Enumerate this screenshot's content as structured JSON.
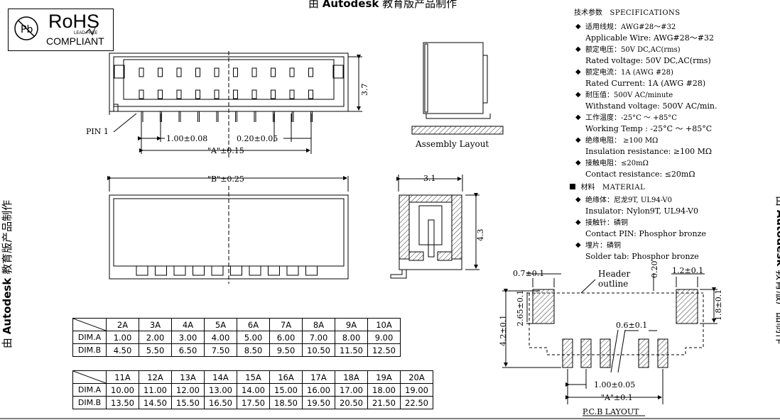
{
  "watermark": {
    "top": "由 Autodesk 教育版产品制作",
    "left": "由 Autodesk 教育版产品制作",
    "right": "由 Autodesk 教育版产品制作",
    "prefix": "由",
    "brand": "Autodesk",
    "suffix": "教育版产品制作"
  },
  "rohs": {
    "title": "RoHS",
    "sub": "LEAD FREE",
    "compliant": "COMPLIANT",
    "mark": "Pb"
  },
  "drawing": {
    "pin1": "PIN 1",
    "pitch": "1.00±0.08",
    "pin_width": "0.20±0.05",
    "dim_a": "\"A\"±0.15",
    "height_37": "3.7",
    "dim_b": "\"B\"±0.25",
    "width_31": "3.1",
    "height_43": "4.3",
    "assembly": "Assembly Layout"
  },
  "pcb": {
    "w07": "0.7±0.1",
    "header": "Header",
    "outline": "outline",
    "v020": "0.20",
    "w12": "1.2±0.1",
    "h42": "4.2±0.1",
    "h265": "2.65±0.1",
    "h18": "1.8±0.1",
    "w06": "0.6±0.1",
    "pitch": "1.00±0.05",
    "dim_a": "\"A\"±0.1",
    "title": "P.C.B  LAYOUT"
  },
  "spec": {
    "title_cn": "技术参数",
    "title_en": "SPECIFICATIONS",
    "items": [
      {
        "cn": "适用线规：AWG#28～#32",
        "en": "Applicable Wire: AWG#28～#32"
      },
      {
        "cn": "额定电压：50V DC,AC(rms)",
        "en": "Rated voltage: 50V DC,AC(rms)"
      },
      {
        "cn": "额定电流：1A (AWG #28)",
        "en": "Rated Current: 1A (AWG #28)"
      },
      {
        "cn": "耐压值：500V AC/minute",
        "en": "Withstand voltage: 500V AC/min."
      },
      {
        "cn": "工作温度：-25°C ～ +85°C",
        "en": "Working Temp : -25°C ～ +85°C"
      },
      {
        "cn": "绝缘电阻：  ≥100 MΩ",
        "en": "Insulation resistance: ≥100 MΩ"
      },
      {
        "cn": "接触电阻：≤20mΩ",
        "en": "Contact resistance: ≤20mΩ"
      }
    ],
    "material_cn": "材料",
    "material_en": "MATERIAL",
    "materials": [
      {
        "cn": "绝缘体：尼龙9T, UL94-V0",
        "en": "Insulator: Nylon9T, UL94-V0"
      },
      {
        "cn": "接触针：磷铜",
        "en": "Contact PIN: Phosphor bronze"
      },
      {
        "cn": "埋片：磷铜",
        "en": "Solder tab: Phosphor bronze"
      }
    ]
  },
  "table1": {
    "head": [
      "2A",
      "3A",
      "4A",
      "5A",
      "6A",
      "7A",
      "8A",
      "9A",
      "10A"
    ],
    "rows": [
      {
        "label": "DIM.A",
        "values": [
          "1.00",
          "2.00",
          "3.00",
          "4.00",
          "5.00",
          "6.00",
          "7.00",
          "8.00",
          "9.00"
        ]
      },
      {
        "label": "DIM.B",
        "values": [
          "4.50",
          "5.50",
          "6.50",
          "7.50",
          "8.50",
          "9.50",
          "10.50",
          "11.50",
          "12.50"
        ]
      }
    ]
  },
  "table2": {
    "head": [
      "11A",
      "12A",
      "13A",
      "14A",
      "15A",
      "16A",
      "17A",
      "18A",
      "19A",
      "20A"
    ],
    "rows": [
      {
        "label": "DIM.A",
        "values": [
          "10.00",
          "11.00",
          "12.00",
          "13.00",
          "14.00",
          "15.00",
          "16.00",
          "17.00",
          "18.00",
          "19.00"
        ]
      },
      {
        "label": "DIM.B",
        "values": [
          "13.50",
          "14.50",
          "15.50",
          "16.50",
          "17.50",
          "18.50",
          "19.50",
          "20.50",
          "21.50",
          "22.50"
        ]
      }
    ]
  }
}
